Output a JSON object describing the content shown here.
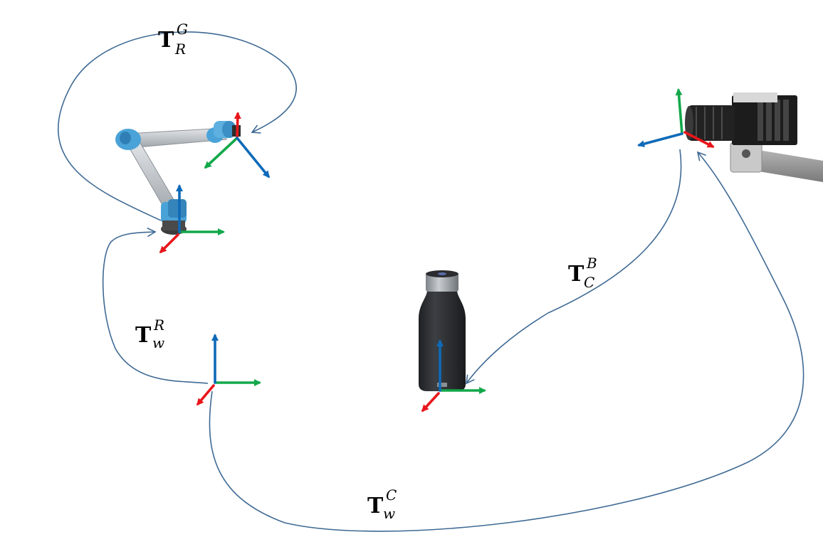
{
  "colors": {
    "x_axis": "#e8161c",
    "y_axis": "#12a84a",
    "z_axis": "#0e6ab8",
    "curve": "#3f6a94",
    "robot_link": "#c9ced4",
    "robot_joint": "#4aa3d8",
    "bottle_body": "#2e3033",
    "bottle_cap": "#9aa0a6",
    "camera_body": "#1c1c1c",
    "camera_rail": "#9c9c9c"
  },
  "labels": {
    "robot_to_gripper": {
      "main": "T",
      "sup": "G",
      "sub": "R"
    },
    "world_to_robot": {
      "main": "T",
      "sup": "R",
      "sub": "w"
    },
    "camera_to_bottle": {
      "main": "T",
      "sup": "B",
      "sub": "C"
    },
    "world_to_camera": {
      "main": "T",
      "sup": "C",
      "sub": "w"
    }
  },
  "objects": {
    "robot": "robot-arm-icon",
    "bottle": "bottle-icon",
    "camera": "camera-icon"
  }
}
